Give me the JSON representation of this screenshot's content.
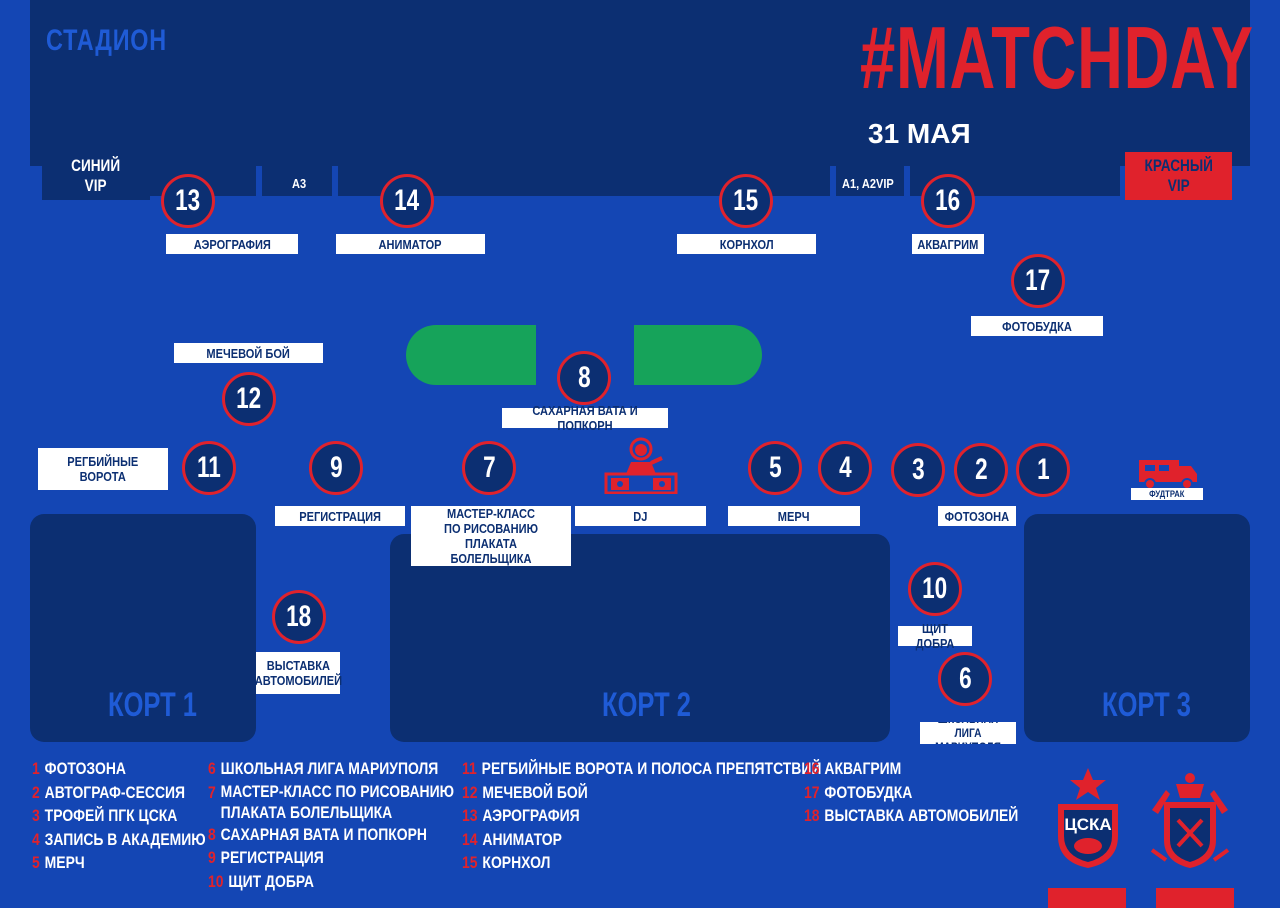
{
  "event": {
    "title": "#MATCHDAY",
    "date": "31 МАЯ"
  },
  "stadium": {
    "label": "СТАДИОН",
    "sectors": [
      "A3",
      "A1, A2VIP"
    ],
    "blue_vip": "СИНИЙ\nVIP",
    "red_vip": "КРАСНЫЙ\nVIP"
  },
  "colors": {
    "background": "#1446b4",
    "dark": "#0c2f72",
    "accent_red": "#e0222c",
    "pitch_green": "#16a35a"
  },
  "stations": [
    {
      "num": "13",
      "label": "АЭРОГРАФИЯ"
    },
    {
      "num": "14",
      "label": "АНИМАТОР"
    },
    {
      "num": "15",
      "label": "КОРНХОЛ"
    },
    {
      "num": "16",
      "label": "АКВАГРИМ"
    },
    {
      "num": "17",
      "label": "ФОТОБУДКА"
    },
    {
      "num": "12",
      "label": "МЕЧЕВОЙ БОЙ"
    },
    {
      "num": "8",
      "label": "САХАРНАЯ ВАТА И ПОПКОРН"
    },
    {
      "num": "11",
      "label": "РЕГБИЙНЫЕ\nВОРОТА"
    },
    {
      "num": "9",
      "label": "РЕГИСТРАЦИЯ"
    },
    {
      "num": "7",
      "label": "МАСТЕР-КЛАСС\nПО РИСОВАНИЮ ПЛАКАТА\nБОЛЕЛЬЩИКА"
    },
    {
      "num": "",
      "label": "DJ"
    },
    {
      "num": "5",
      "label": "МЕРЧ"
    },
    {
      "num": "4",
      "label": ""
    },
    {
      "num": "3",
      "label": ""
    },
    {
      "num": "2",
      "label": "ФОТОЗОНА"
    },
    {
      "num": "1",
      "label": ""
    },
    {
      "num": "10",
      "label": "ЩИТ ДОБРА"
    },
    {
      "num": "6",
      "label": "ШКОЛЬНАЯ ЛИГА\nМАРИУПОЛЯ"
    },
    {
      "num": "18",
      "label": "ВЫСТАВКА\nАВТОМОБИЛЕЙ"
    }
  ],
  "foodtruck": "ФУДТРАК",
  "courts": [
    "КОРТ 1",
    "КОРТ 2",
    "КОРТ 3"
  ],
  "legend": [
    {
      "n": "1",
      "text": "ФОТОЗОНА"
    },
    {
      "n": "2",
      "text": "АВТОГРАФ-СЕССИЯ"
    },
    {
      "n": "3",
      "text": "ТРОФЕЙ ПГК ЦСКА"
    },
    {
      "n": "4",
      "text": "ЗАПИСЬ В АКАДЕМИЮ"
    },
    {
      "n": "5",
      "text": "МЕРЧ"
    },
    {
      "n": "6",
      "text": "ШКОЛЬНАЯ ЛИГА МАРИУПОЛЯ"
    },
    {
      "n": "7",
      "text": "МАСТЕР-КЛАСС ПО РИСОВАНИЮ\nПЛАКАТА БОЛЕЛЬЩИКА"
    },
    {
      "n": "8",
      "text": "САХАРНАЯ ВАТА И ПОПКОРН"
    },
    {
      "n": "9",
      "text": "РЕГИСТРАЦИЯ"
    },
    {
      "n": "10",
      "text": "ЩИТ ДОБРА"
    },
    {
      "n": "11",
      "text": "РЕГБИЙНЫЕ ВОРОТА И ПОЛОСА ПРЕПЯТСТВИЙ"
    },
    {
      "n": "12",
      "text": "МЕЧЕВОЙ БОЙ"
    },
    {
      "n": "13",
      "text": "АЭРОГРАФИЯ"
    },
    {
      "n": "14",
      "text": "АНИМАТОР"
    },
    {
      "n": "15",
      "text": "КОРНХОЛ"
    },
    {
      "n": "16",
      "text": "АКВАГРИМ"
    },
    {
      "n": "17",
      "text": "ФОТОБУДКА"
    },
    {
      "n": "18",
      "text": "ВЫСТАВКА АВТОМОБИЛЕЙ"
    }
  ],
  "logos": {
    "club": "ЦСКА"
  }
}
